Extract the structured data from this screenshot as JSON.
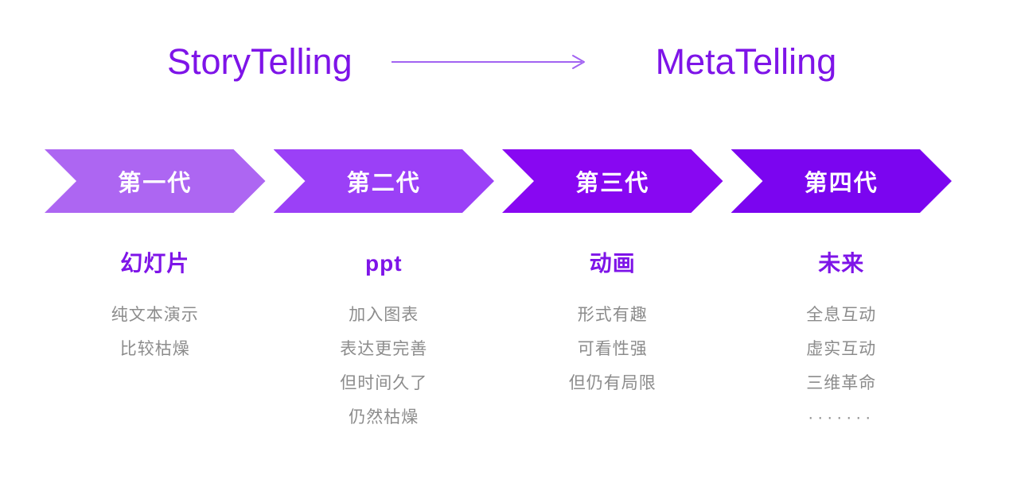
{
  "header": {
    "left_title": "StoryTelling",
    "right_title": "MetaTelling",
    "title_color": "#7e14e8",
    "arrow_color": "#a263f2"
  },
  "generations": [
    {
      "label": "第一代",
      "arrow_color": "#ad66f2",
      "title": "幻灯片",
      "points": [
        "纯文本演示",
        "比较枯燥"
      ]
    },
    {
      "label": "第二代",
      "arrow_color": "#9b40f7",
      "title": "ppt",
      "points": [
        "加入图表",
        "表达更完善",
        "但时间久了",
        "仍然枯燥"
      ]
    },
    {
      "label": "第三代",
      "arrow_color": "#8807f2",
      "title": "动画",
      "points": [
        "形式有趣",
        "可看性强",
        "但仍有局限"
      ]
    },
    {
      "label": "第四代",
      "arrow_color": "#7b05f0",
      "title": "未来",
      "points": [
        "全息互动",
        "虚实互动",
        "三维革命",
        "·······"
      ]
    }
  ],
  "colors": {
    "heading_text": "#7e14e8",
    "chevron_label_text": "#ffffff",
    "description_text": "#8c8c8c",
    "background": "#ffffff"
  }
}
